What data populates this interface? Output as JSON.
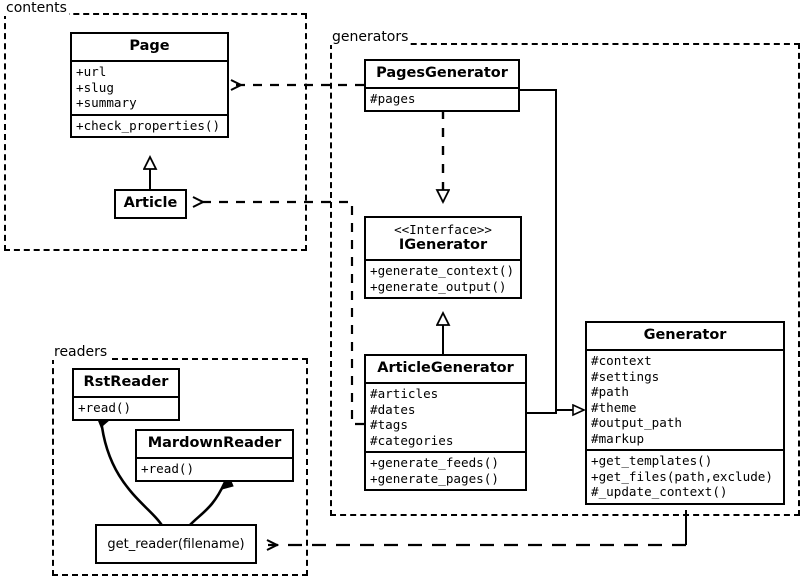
{
  "diagram": {
    "title": "UML class diagram",
    "stroke_color": "#000000",
    "background_color": "#ffffff"
  },
  "packages": [
    {
      "name": "contents",
      "label": "contents"
    },
    {
      "name": "generators",
      "label": "generators"
    },
    {
      "name": "readers",
      "label": "readers"
    }
  ],
  "classes": {
    "page": {
      "name": "Page",
      "attributes": [
        "+url",
        "+slug",
        "+summary"
      ],
      "methods": [
        "+check_properties()"
      ]
    },
    "article": {
      "name": "Article",
      "attributes": [],
      "methods": []
    },
    "pages_generator": {
      "name": "PagesGenerator",
      "attributes": [
        "#pages"
      ],
      "methods": []
    },
    "igenerator": {
      "stereotype": "<<Interface>>",
      "name": "IGenerator",
      "attributes": [],
      "methods": [
        "+generate_context()",
        "+generate_output()"
      ]
    },
    "article_generator": {
      "name": "ArticleGenerator",
      "attributes": [
        "#articles",
        "#dates",
        "#tags",
        "#categories"
      ],
      "methods": [
        "+generate_feeds()",
        "+generate_pages()"
      ]
    },
    "generator": {
      "name": "Generator",
      "attributes": [
        "#context",
        "#settings",
        "#path",
        "#theme",
        "#output_path",
        "#markup"
      ],
      "methods": [
        "+get_templates()",
        "+get_files(path,exclude)",
        "#_update_context()"
      ]
    },
    "rst_reader": {
      "name": "RstReader",
      "attributes": [],
      "methods": [
        "+read()"
      ]
    },
    "mardown_reader": {
      "name": "MardownReader",
      "attributes": [],
      "methods": [
        "+read()"
      ]
    },
    "get_reader": {
      "name": "get_reader(filename)"
    }
  },
  "relationships": [
    {
      "from": "Article",
      "to": "Page",
      "type": "generalization"
    },
    {
      "from": "PagesGenerator",
      "to": "IGenerator",
      "type": "realization"
    },
    {
      "from": "ArticleGenerator",
      "to": "IGenerator",
      "type": "generalization"
    },
    {
      "from": "PagesGenerator",
      "to": "Generator",
      "type": "generalization"
    },
    {
      "from": "ArticleGenerator",
      "to": "Generator",
      "type": "generalization"
    },
    {
      "from": "PagesGenerator",
      "to": "Page",
      "type": "dependency"
    },
    {
      "from": "ArticleGenerator",
      "to": "Article",
      "type": "dependency"
    },
    {
      "from": "Generator",
      "to": "get_reader",
      "type": "dependency"
    },
    {
      "from": "get_reader",
      "to": "RstReader",
      "type": "dependency"
    },
    {
      "from": "get_reader",
      "to": "MardownReader",
      "type": "dependency"
    }
  ]
}
